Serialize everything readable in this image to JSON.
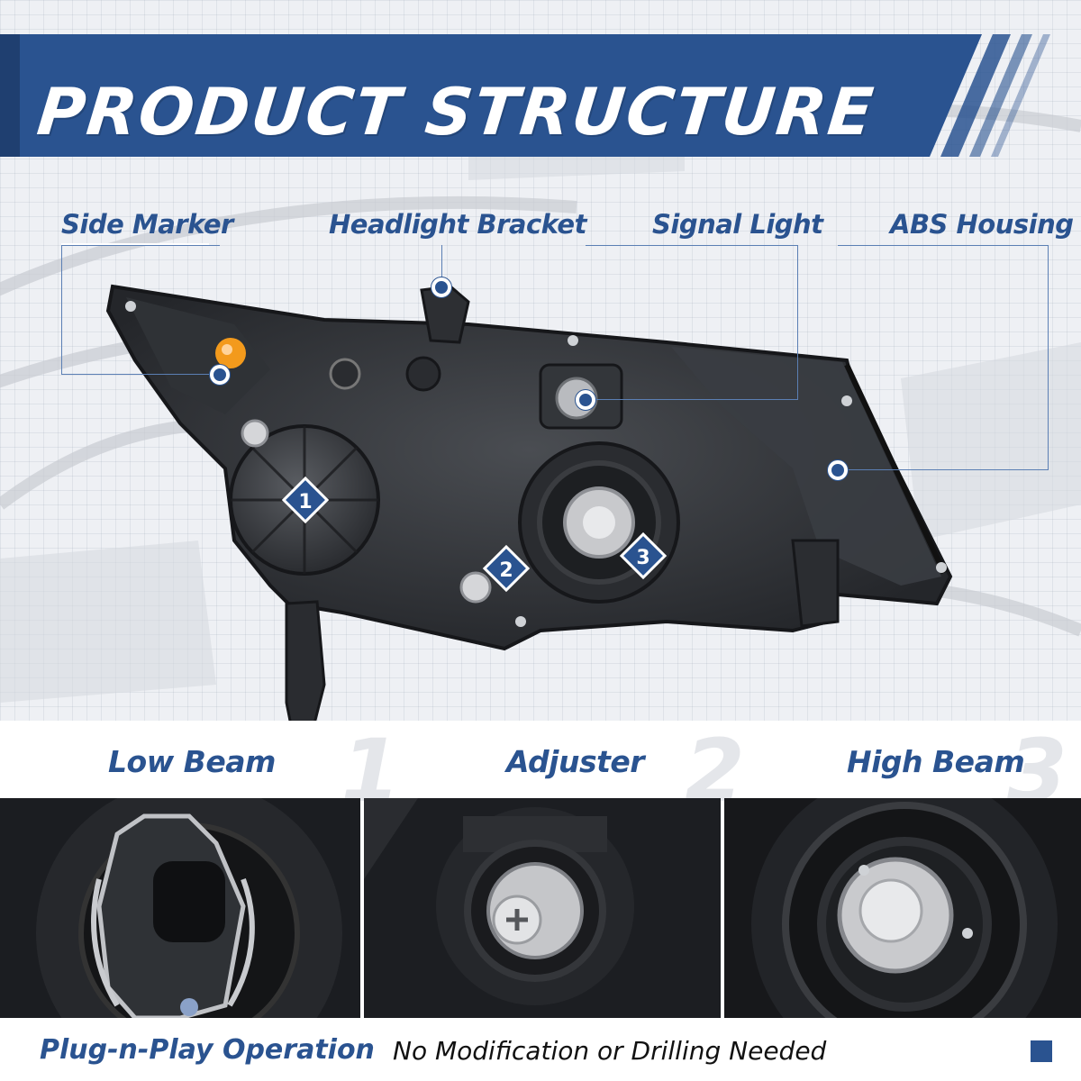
{
  "title": "PRODUCT STRUCTURE",
  "callouts": {
    "side_marker": "Side Marker",
    "headlight_bracket": "Headlight Bracket",
    "signal_light": "Signal Light",
    "abs_housing": "ABS Housing"
  },
  "badges": [
    "1",
    "2",
    "3"
  ],
  "features": [
    {
      "number": "1",
      "label": "Low Beam"
    },
    {
      "number": "2",
      "label": "Adjuster"
    },
    {
      "number": "3",
      "label": "High Beam"
    }
  ],
  "footer": {
    "highlight": "Plug-n-Play Operation",
    "text": "No Modification or Drilling Needed"
  },
  "colors": {
    "brand_blue": "#2a5390",
    "marker_amber": "#f39a1c"
  }
}
